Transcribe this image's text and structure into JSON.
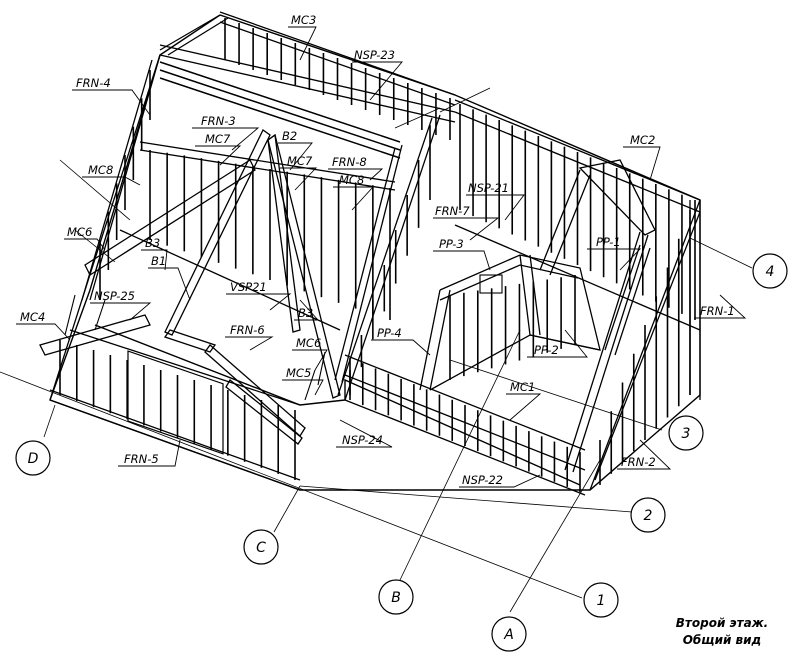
{
  "labels": {
    "mc3": "MC3",
    "nsp23": "NSP-23",
    "frn4": "FRN-4",
    "frn3": "FRN-3",
    "mc7a": "MC7",
    "b2": "B2",
    "mc8a": "MC8",
    "mc7b": "MC7",
    "frn8": "FRN-8",
    "mc8b": "MC8",
    "nsp21": "NSP-21",
    "mc2": "MC2",
    "frn7": "FRN-7",
    "mc6a": "MC6",
    "b3a": "B3",
    "pp3": "PP-3",
    "pp1": "PP-1",
    "b1": "B1",
    "vsp21": "VSP21",
    "nsp25": "NSP-25",
    "mc4": "MC4",
    "b3b": "B3",
    "pp4": "PP-4",
    "frn6": "FRN-6",
    "mc6b": "MC6",
    "pp2": "PP-2",
    "mc5": "MC5",
    "frn1": "FRN-1",
    "mc1": "MC1",
    "nsp24": "NSP-24",
    "frn5": "FRN-5",
    "frn2": "FRN-2",
    "nsp22": "NSP-22"
  },
  "axes": {
    "a": "A",
    "b": "B",
    "c": "C",
    "d": "D",
    "n1": "1",
    "n2": "2",
    "n3": "3",
    "n4": "4"
  },
  "caption": {
    "line1": "Второй этаж.",
    "line2": "Общий вид"
  }
}
